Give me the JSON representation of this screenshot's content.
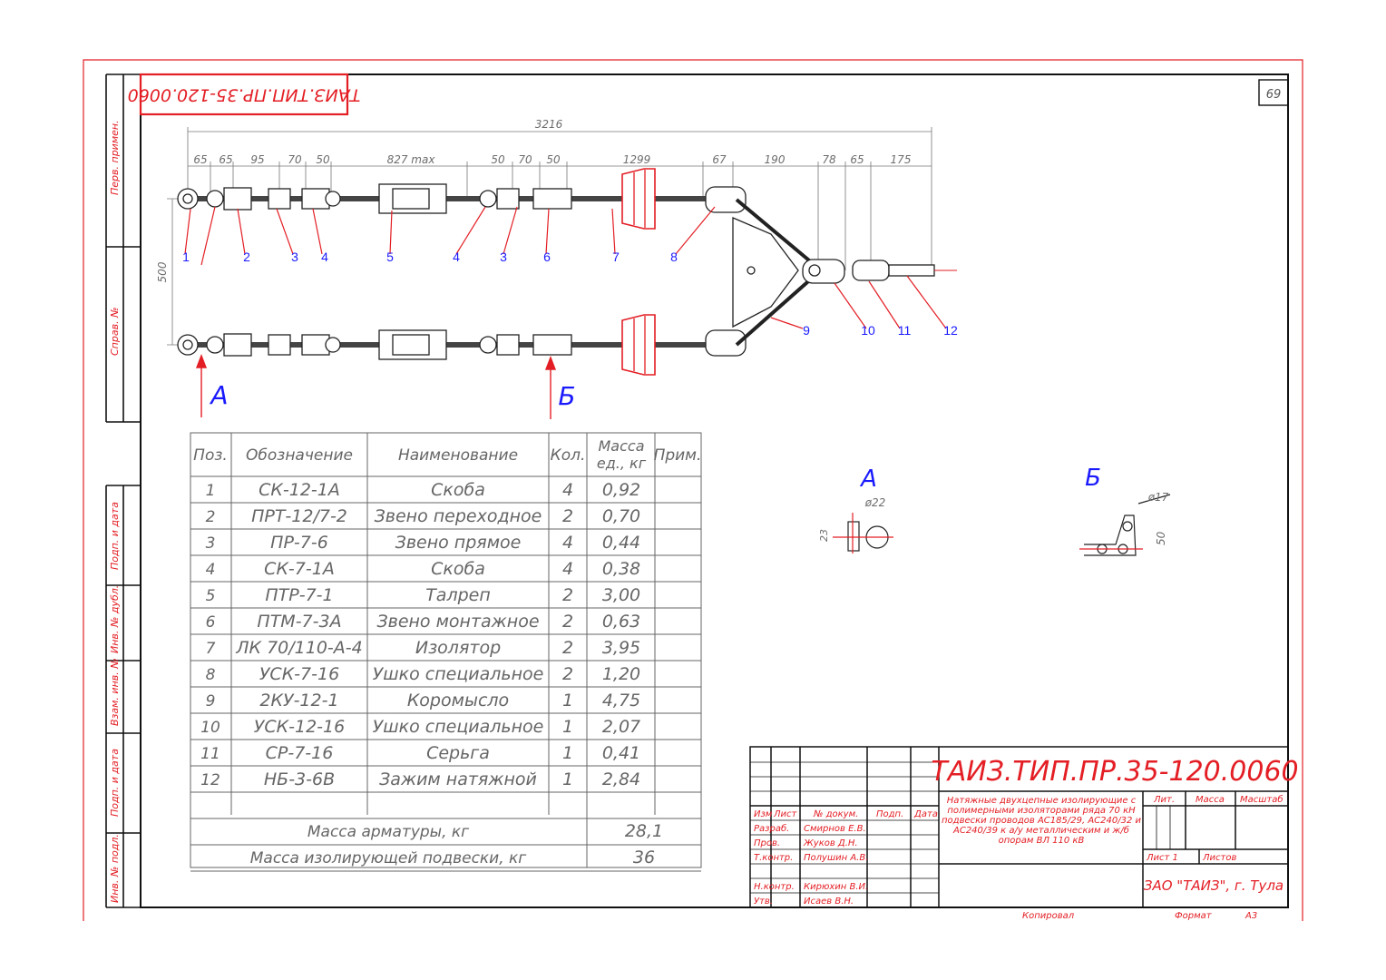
{
  "frame": {
    "sheet_number": "69",
    "stamp_code": "ТАИЗ.ТИП.ПР.35-120.0060",
    "side_labels": [
      "Перв. примен.",
      "Справ. №",
      "Подп. и дата",
      "Инв. № дубл.",
      "Взам. инв. №",
      "Подп. и дата",
      "Инв. № подл."
    ]
  },
  "drawing": {
    "dimensions_top": [
      "65",
      "65",
      "95",
      "70",
      "50",
      "827 max",
      "50",
      "70",
      "50",
      "1299",
      "67",
      "190",
      "78",
      "65",
      "175"
    ],
    "overall_length": "3216",
    "spacing": "500",
    "callouts_row": [
      "1",
      "2",
      "3",
      "4",
      "5",
      "4",
      "3",
      "6",
      "7",
      "8"
    ],
    "callouts_right": [
      "9",
      "10",
      "11",
      "12"
    ],
    "view_a_label": "А",
    "view_b_label": "Б",
    "detail_a": {
      "title": "А",
      "dim_dia": "ø22",
      "dim_h": "23"
    },
    "detail_b": {
      "title": "Б",
      "dim_dia": "ø17",
      "dim_h": "50"
    }
  },
  "spec_table": {
    "headers": [
      "Поз.",
      "Обозначение",
      "Наименование",
      "Кол.",
      "Масса ед., кг",
      "Прим."
    ],
    "rows": [
      [
        "1",
        "СК-12-1А",
        "Скоба",
        "4",
        "0,92",
        ""
      ],
      [
        "2",
        "ПРТ-12/7-2",
        "Звено переходное",
        "2",
        "0,70",
        ""
      ],
      [
        "3",
        "ПР-7-6",
        "Звено прямое",
        "4",
        "0,44",
        ""
      ],
      [
        "4",
        "СК-7-1А",
        "Скоба",
        "4",
        "0,38",
        ""
      ],
      [
        "5",
        "ПТР-7-1",
        "Талреп",
        "2",
        "3,00",
        ""
      ],
      [
        "6",
        "ПТМ-7-3А",
        "Звено монтажное",
        "2",
        "0,63",
        ""
      ],
      [
        "7",
        "ЛК 70/110-А-4",
        "Изолятор",
        "2",
        "3,95",
        ""
      ],
      [
        "8",
        "УСК-7-16",
        "Ушко специальное",
        "2",
        "1,20",
        ""
      ],
      [
        "9",
        "2КУ-12-1",
        "Коромысло",
        "1",
        "4,75",
        ""
      ],
      [
        "10",
        "УСК-12-16",
        "Ушко специальное",
        "1",
        "2,07",
        ""
      ],
      [
        "11",
        "СР-7-16",
        "Серьга",
        "1",
        "0,41",
        ""
      ],
      [
        "12",
        "НБ-3-6В",
        "Зажим натяжной",
        "1",
        "2,84",
        ""
      ]
    ],
    "mass_fittings_label": "Масса арматуры, кг",
    "mass_fittings_value": "28,1",
    "mass_string_label": "Масса изолирующей подвески, кг",
    "mass_string_value": "36"
  },
  "title_block": {
    "designation": "ТАИЗ.ТИП.ПР.35-120.0060",
    "description": [
      "Натяжные двухцепные изолирующие с",
      "полимерными изоляторами ряда 70 кН",
      "подвески проводов АС185/29, АС240/32 и",
      "АС240/39 к а/у металлическим и ж/б",
      "опорам ВЛ 110 кВ"
    ],
    "col_headers": [
      "Изм",
      "Лист",
      "№ докум.",
      "Подп.",
      "Дата"
    ],
    "roles": [
      {
        "role": "Разраб.",
        "name": "Смирнов Е.В."
      },
      {
        "role": "Пров.",
        "name": "Жуков Д.Н."
      },
      {
        "role": "Т.контр.",
        "name": "Полушин А.В."
      },
      {
        "role": "Н.контр.",
        "name": "Кирюхин В.И."
      },
      {
        "role": "Утв.",
        "name": "Исаев В.Н."
      }
    ],
    "lit_label": "Лит.",
    "mass_label": "Масса",
    "scale_label": "Масштаб",
    "sheet_label": "Лист 1",
    "sheets_label": "Листов",
    "company": "ЗАО \"ТАИЗ\", г. Тула",
    "copied": "Копировал",
    "format_label": "Формат",
    "format_value": "А3"
  }
}
